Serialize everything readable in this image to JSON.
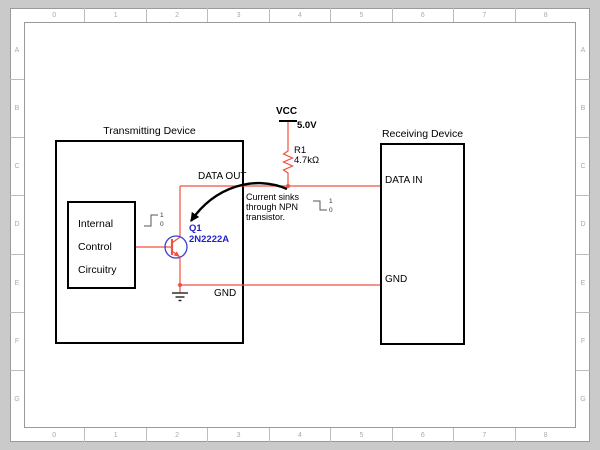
{
  "frame": {
    "columns": [
      "0",
      "1",
      "2",
      "3",
      "4",
      "5",
      "6",
      "7",
      "8"
    ],
    "rows": [
      "A",
      "B",
      "C",
      "D",
      "E",
      "F",
      "G"
    ]
  },
  "devices": {
    "transmitting": {
      "title": "Transmitting Device",
      "internal_label_lines": [
        "Internal",
        "Control",
        "Circuitry"
      ]
    },
    "receiving": {
      "title": "Receiving Device",
      "pin_data_in": "DATA IN",
      "pin_gnd": "GND"
    }
  },
  "nets": {
    "data_out": "DATA OUT",
    "gnd": "GND"
  },
  "power": {
    "rail": "VCC",
    "voltage": "5.0V"
  },
  "components": {
    "resistor": {
      "ref": "R1",
      "value": "4.7kΩ"
    },
    "transistor": {
      "ref": "Q1",
      "part": "2N2222A"
    }
  },
  "annotation": {
    "line1": "Current sinks",
    "line2": "through NPN",
    "line3": "transistor."
  },
  "logic": {
    "high": "1",
    "low": "0"
  },
  "colors": {
    "wire": "#f25041",
    "transistor_outline": "#3c3cd0",
    "label_blue": "#2323cc",
    "frame_text": "#aaaaaa"
  }
}
